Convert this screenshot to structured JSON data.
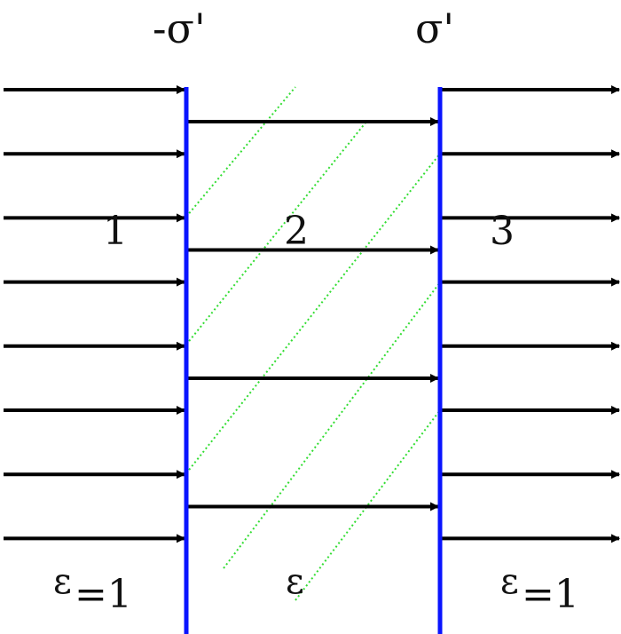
{
  "labels": {
    "sigma_left": "-σ'",
    "sigma_right": "σ'",
    "region_1": "1",
    "region_2": "2",
    "region_3": "3",
    "eps_left_symbol": "ε",
    "eps_left_value": "=1",
    "eps_middle": "ε",
    "eps_right_symbol": "ε",
    "eps_right_value": "=1"
  },
  "colors": {
    "plate": "#0a14ff",
    "arrow": "#000000",
    "hatch": "#33dd33",
    "text": "#111111"
  },
  "field_lines": {
    "outer_count": 8,
    "inner_count": 4
  }
}
